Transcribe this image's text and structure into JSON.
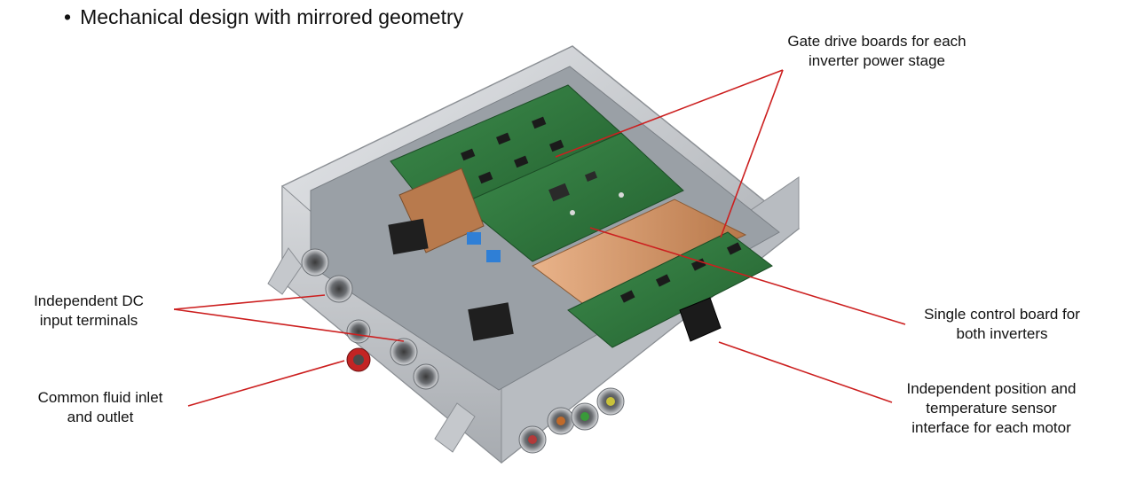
{
  "slide": {
    "bullet_marker": "•",
    "bullet_text": "Mechanical design with mirrored geometry"
  },
  "callouts": {
    "gate_drive": {
      "line1": "Gate drive boards for each",
      "line2": "inverter power stage"
    },
    "dc_input": {
      "line1": "Independent DC",
      "line2": "input terminals"
    },
    "fluid": {
      "line1": "Common fluid inlet",
      "line2": "and outlet"
    },
    "control_board": {
      "line1": "Single control board for",
      "line2": "both inverters"
    },
    "sensor": {
      "line1": "Independent position and",
      "line2": "temperature sensor",
      "line3": "interface for each motor"
    }
  },
  "colors": {
    "leader_line": "#cc1f1f",
    "housing": "#c9ccd0",
    "pcb": "#2f7a3e",
    "copper": "#c88a5a"
  }
}
